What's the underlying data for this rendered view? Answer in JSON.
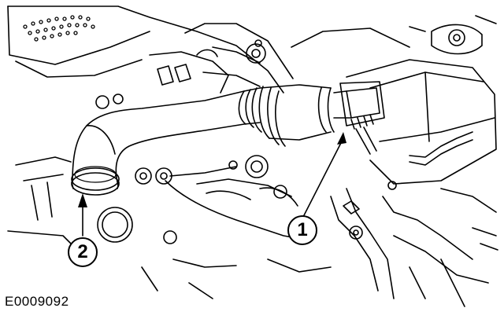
{
  "diagram": {
    "callouts": [
      {
        "id": "1",
        "label": "1"
      },
      {
        "id": "2",
        "label": "2"
      }
    ],
    "reference_code": "E0009092"
  }
}
